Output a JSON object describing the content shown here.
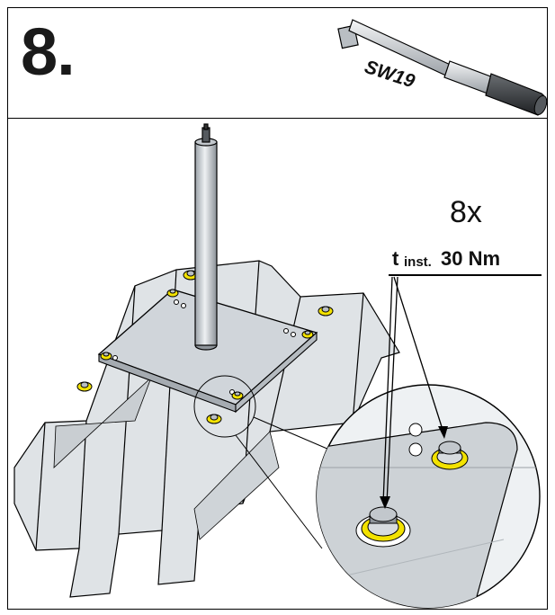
{
  "step": {
    "number": "8."
  },
  "tool": {
    "label": "SW19",
    "icon": "torque-wrench-icon"
  },
  "callout": {
    "count": "8x",
    "torque_symbol": "t",
    "torque_sub": "inst.",
    "torque_value": "30 Nm"
  },
  "colors": {
    "washer": "#f3e200",
    "metal": "#d8dde2",
    "outline": "#000000"
  }
}
